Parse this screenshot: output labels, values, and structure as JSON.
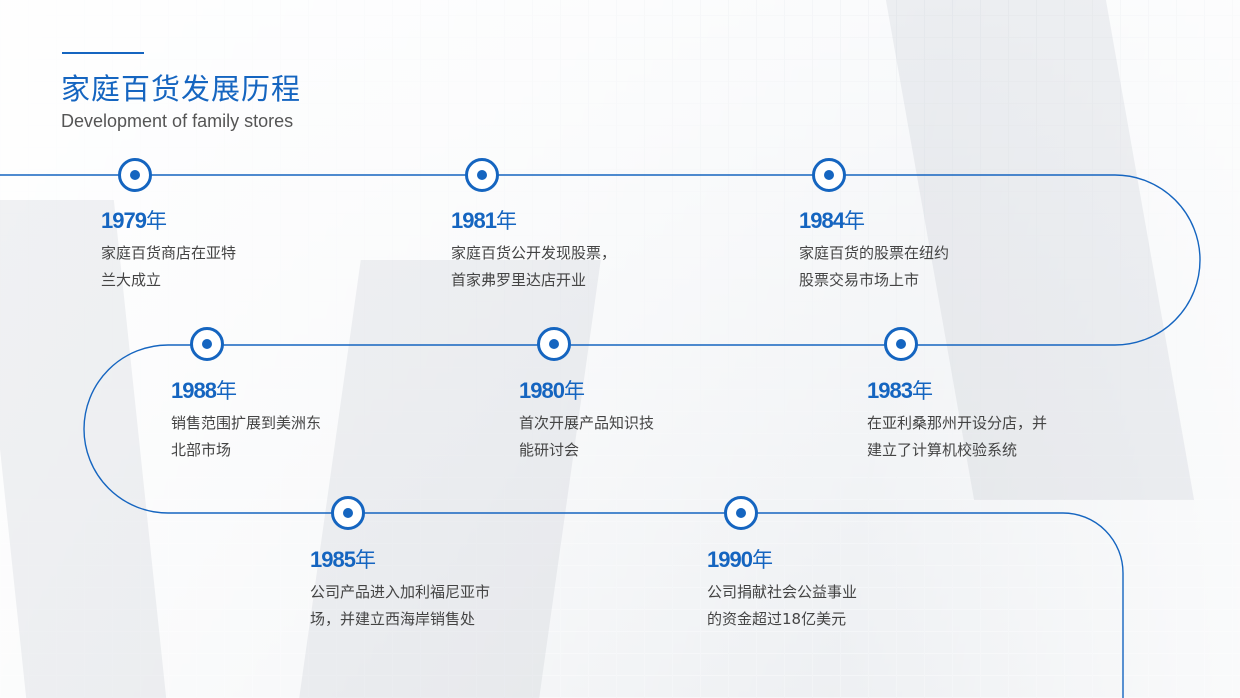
{
  "header": {
    "title": "家庭百货发展历程",
    "subtitle": "Development of family stores"
  },
  "colors": {
    "accent": "#1565c0",
    "text": "#444444"
  },
  "timeline": [
    {
      "year": "1979",
      "suffix": "年",
      "line1": "家庭百货商店在亚特",
      "line2": "兰大成立"
    },
    {
      "year": "1981",
      "suffix": "年",
      "line1": "家庭百货公开发现股票，",
      "line2": "首家弗罗里达店开业"
    },
    {
      "year": "1984",
      "suffix": "年",
      "line1": "家庭百货的股票在纽约",
      "line2": "股票交易市场上市"
    },
    {
      "year": "1988",
      "suffix": "年",
      "line1": "销售范围扩展到美洲东",
      "line2": "北部市场"
    },
    {
      "year": "1980",
      "suffix": "年",
      "line1": "首次开展产品知识技",
      "line2": "能研讨会"
    },
    {
      "year": "1983",
      "suffix": "年",
      "line1": "在亚利桑那州开设分店，并",
      "line2": "建立了计算机校验系统"
    },
    {
      "year": "1985",
      "suffix": "年",
      "line1": "公司产品进入加利福尼亚市",
      "line2": "场，并建立西海岸销售处"
    },
    {
      "year": "1990",
      "suffix": "年",
      "line1": "公司捐献社会公益事业",
      "line2": "的资金超过18亿美元"
    }
  ]
}
